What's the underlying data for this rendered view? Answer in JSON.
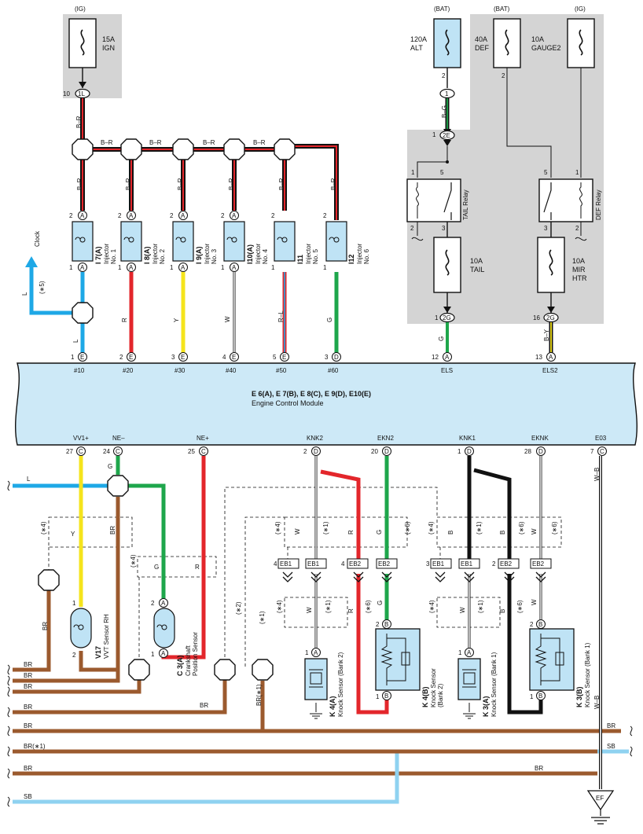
{
  "supplies": {
    "ig_left": "(IG)",
    "bat1": "(BAT)",
    "bat2": "(BAT)",
    "ig_right": "(IG)"
  },
  "fuses": {
    "ign": {
      "amp": "15A",
      "name": "IGN"
    },
    "alt": {
      "amp": "120A",
      "name": "ALT"
    },
    "def": {
      "amp": "40A",
      "name": "DEF"
    },
    "gauge2": {
      "amp": "10A",
      "name": "GAUGE2"
    },
    "tail": {
      "amp": "10A",
      "name": "TAIL"
    },
    "mirhtr": {
      "amp": "10A",
      "name1": "MIR",
      "name2": "HTR"
    }
  },
  "relays": {
    "tail": "TAIL Relay",
    "def": "DEF Relay"
  },
  "connectors": {
    "c1l": "1L",
    "c1": "1",
    "c2e": "2E",
    "c2g_a": "2G",
    "c2g_b": "2G",
    "eb1": "EB1",
    "eb2": "EB2",
    "ef": "EF"
  },
  "wires": {
    "br": "B–R",
    "l": "L",
    "r": "R",
    "y": "Y",
    "w": "W",
    "rl": "R–L",
    "g": "G",
    "bg": "B–G",
    "by": "B–Y",
    "b": "B",
    "wb": "W–B",
    "brn": "BR",
    "sb": "SB",
    "br1": "BR(∗1)"
  },
  "injectors": [
    {
      "code": "I 7(A)",
      "name": "Injector",
      "num": "No. 1",
      "pin_top": "2",
      "pin_bot": "1",
      "letter": "A"
    },
    {
      "code": "I 8(A)",
      "name": "Injector",
      "num": "No. 2",
      "pin_top": "2",
      "pin_bot": "1",
      "letter": "A"
    },
    {
      "code": "I 9(A)",
      "name": "Injector",
      "num": "No. 3",
      "pin_top": "2",
      "pin_bot": "1",
      "letter": "A"
    },
    {
      "code": "I10(A)",
      "name": "Injector",
      "num": "No. 4",
      "pin_top": "2",
      "pin_bot": "1",
      "letter": "A"
    },
    {
      "code": "I11",
      "name": "Injector",
      "num": "No. 5",
      "pin_top": "2",
      "pin_bot": "1",
      "letter": ""
    },
    {
      "code": "I12",
      "name": "Injector",
      "num": "No. 6",
      "pin_top": "2",
      "pin_bot": "1",
      "letter": ""
    }
  ],
  "ecm": {
    "connectors": "E 6(A), E 7(B), E 8(C), E 9(D), E10(E)",
    "name": "Engine Control Module",
    "top_pins": [
      {
        "num": "1",
        "letter": "E",
        "term": "#10"
      },
      {
        "num": "2",
        "letter": "E",
        "term": "#20"
      },
      {
        "num": "3",
        "letter": "E",
        "term": "#30"
      },
      {
        "num": "4",
        "letter": "E",
        "term": "#40"
      },
      {
        "num": "5",
        "letter": "E",
        "term": "#50"
      },
      {
        "num": "3",
        "letter": "D",
        "term": "#60"
      },
      {
        "num": "12",
        "letter": "A",
        "term": "ELS"
      },
      {
        "num": "13",
        "letter": "A",
        "term": "ELS2"
      }
    ],
    "bottom_pins": [
      {
        "num": "27",
        "letter": "C",
        "term": "VV1+"
      },
      {
        "num": "24",
        "letter": "C",
        "term": "NE–"
      },
      {
        "num": "25",
        "letter": "C",
        "term": "NE+"
      },
      {
        "num": "2",
        "letter": "D",
        "term": "KNK2"
      },
      {
        "num": "20",
        "letter": "D",
        "term": "EKN2"
      },
      {
        "num": "1",
        "letter": "D",
        "term": "KNK1"
      },
      {
        "num": "28",
        "letter": "D",
        "term": "EKNK"
      },
      {
        "num": "7",
        "letter": "C",
        "term": "E03"
      }
    ]
  },
  "sensors": {
    "v17": {
      "code": "V17",
      "name": "VVT Sensor RH"
    },
    "c3": {
      "code": "C 3(A)",
      "name1": "Crankshaft",
      "name2": "Position Sensor"
    },
    "k4a": {
      "code": "K 4(A)",
      "name": "Knock Sensor (Bank 2)"
    },
    "k4b": {
      "code": "K 4(B)",
      "name1": "Knock Sensor",
      "name2": "(Bank 2)"
    },
    "k3a": {
      "code": "K 3(A)",
      "name": "Knock Sensor (Bank 1)"
    },
    "k3b": {
      "code": "K 3(B)",
      "name": "Knock Sensor (Bank 1)"
    }
  },
  "notes": {
    "clock": "Clock",
    "n1": "(∗1)",
    "n2": "(∗2)",
    "n4": "(∗4)",
    "n5": "(∗5)",
    "n6": "(∗6)"
  },
  "colors": {
    "shade": "#d4d4d4",
    "ecm_fill": "#cde9f7",
    "coil_fill": "#bfe3f5",
    "black": "#111111",
    "red": "#e3262b",
    "yellow": "#f5e41c",
    "green": "#1ea64b",
    "blue": "#1ea8e6",
    "lightblue": "#8fd2f0",
    "brown": "#9b5a2e"
  }
}
